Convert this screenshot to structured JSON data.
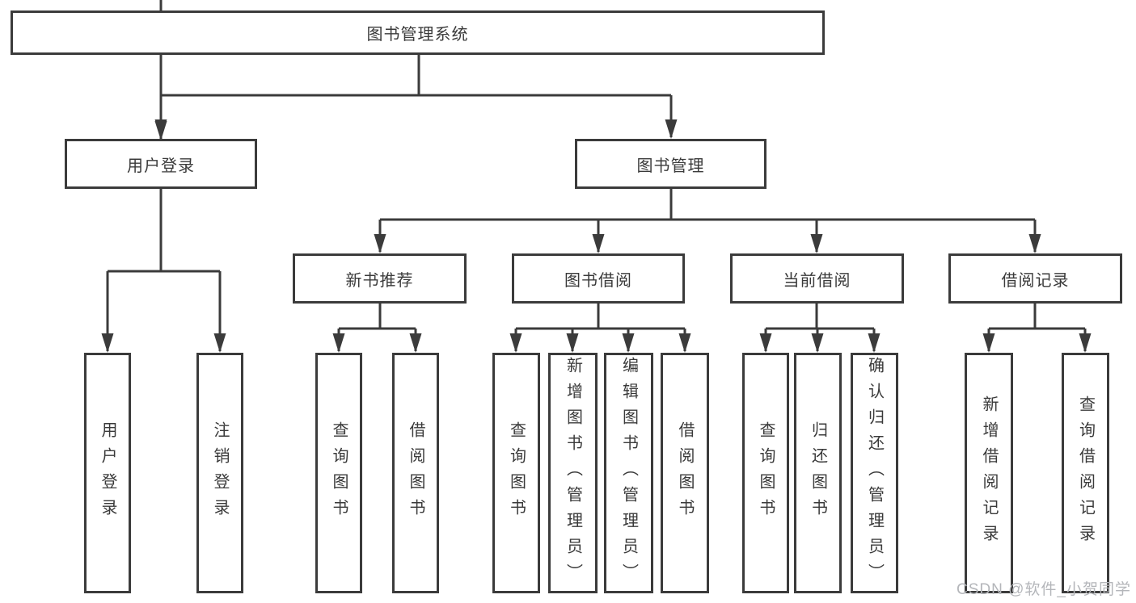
{
  "colors": {
    "line": "#3b3b3b",
    "text": "#3a3a3a",
    "watermark": "#b4b6ba",
    "bg": "#ffffff"
  },
  "watermark": {
    "text": "CSDN @软件_小贺同学"
  },
  "tree": {
    "root": {
      "label": "图书管理系统",
      "children": [
        {
          "label": "用户登录",
          "children": [
            {
              "label": "用户登录"
            },
            {
              "label": "注销登录"
            }
          ]
        },
        {
          "label": "图书管理",
          "children": [
            {
              "label": "新书推荐",
              "children": [
                {
                  "label": "查询图书"
                },
                {
                  "label": "借阅图书"
                }
              ]
            },
            {
              "label": "图书借阅",
              "children": [
                {
                  "label": "查询图书"
                },
                {
                  "label": "新增图书（管理员）"
                },
                {
                  "label": "编辑图书（管理员）"
                },
                {
                  "label": "借阅图书"
                }
              ]
            },
            {
              "label": "当前借阅",
              "children": [
                {
                  "label": "查询图书"
                },
                {
                  "label": "归还图书"
                },
                {
                  "label": "确认归还（管理员）"
                }
              ]
            },
            {
              "label": "借阅记录",
              "children": [
                {
                  "label": "新增借阅记录"
                },
                {
                  "label": "查询借阅记录"
                }
              ]
            }
          ]
        }
      ]
    }
  }
}
